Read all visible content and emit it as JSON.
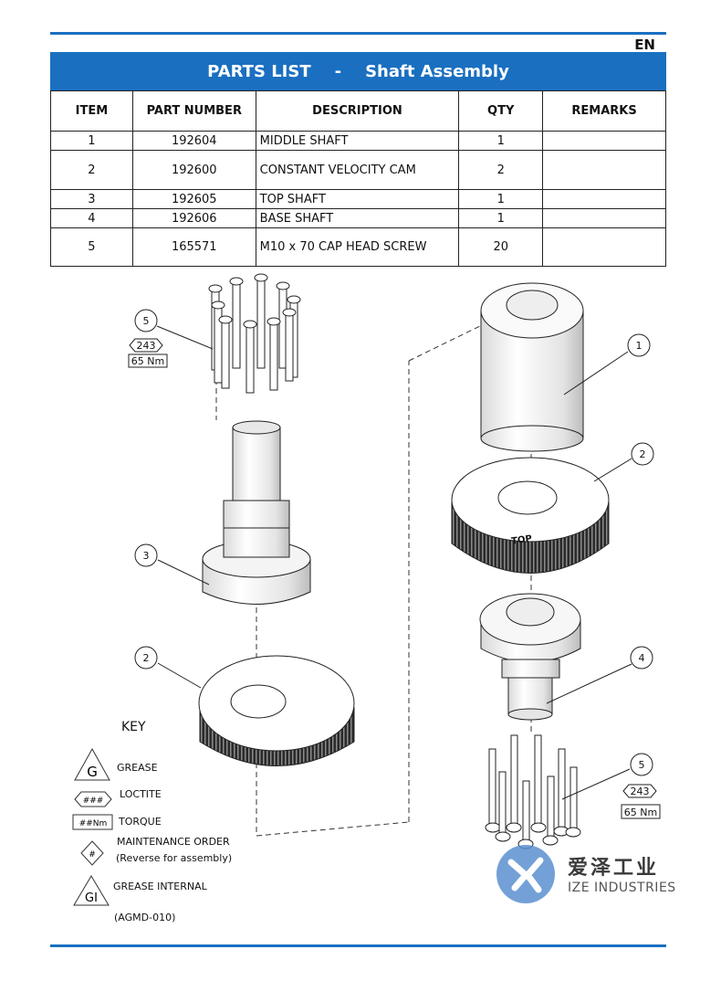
{
  "header": {
    "lang": "EN"
  },
  "banner": {
    "left": "PARTS LIST",
    "sep": "-",
    "right": "Shaft Assembly"
  },
  "table": {
    "columns": [
      "ITEM",
      "PART NUMBER",
      "DESCRIPTION",
      "QTY",
      "REMARKS"
    ],
    "rows": [
      {
        "item": "1",
        "part": "192604",
        "desc": "MIDDLE SHAFT",
        "qty": "1",
        "remarks": ""
      },
      {
        "item": "2",
        "part": "192600",
        "desc": "CONSTANT VELOCITY CAM",
        "qty": "2",
        "remarks": ""
      },
      {
        "item": "3",
        "part": "192605",
        "desc": "TOP SHAFT",
        "qty": "1",
        "remarks": ""
      },
      {
        "item": "4",
        "part": "192606",
        "desc": "BASE SHAFT",
        "qty": "1",
        "remarks": ""
      },
      {
        "item": "5",
        "part": "165571",
        "desc": "M10 x 70 CAP HEAD SCREW",
        "qty": "20",
        "remarks": ""
      }
    ]
  },
  "callouts": {
    "c5a": "5",
    "c5a_loctite": "243",
    "c5a_torque": "65 Nm",
    "c1": "1",
    "c2a": "2",
    "c3": "3",
    "c2b": "2",
    "c4": "4",
    "c5b": "5",
    "c5b_loctite": "243",
    "c5b_torque": "65 Nm",
    "cam_mark": "TOP"
  },
  "key": {
    "title": "KEY",
    "grease_symbol": "G",
    "grease": "GREASE",
    "loctite_symbol": "###",
    "loctite": "LOCTITE",
    "torque_symbol": "##Nm",
    "torque": "TORQUE",
    "maint_symbol": "#",
    "maint": "MAINTENANCE ORDER",
    "maint_sub": "(Reverse for assembly)",
    "gi_symbol": "GI",
    "gi": "GREASE INTERNAL",
    "code": "(AGMD-010)"
  },
  "logo": {
    "cn": "爱泽工业",
    "en": "IZE INDUSTRIES"
  },
  "colors": {
    "brand_blue": "#1a6fc0",
    "logo_blue": "#5a8fd0"
  }
}
